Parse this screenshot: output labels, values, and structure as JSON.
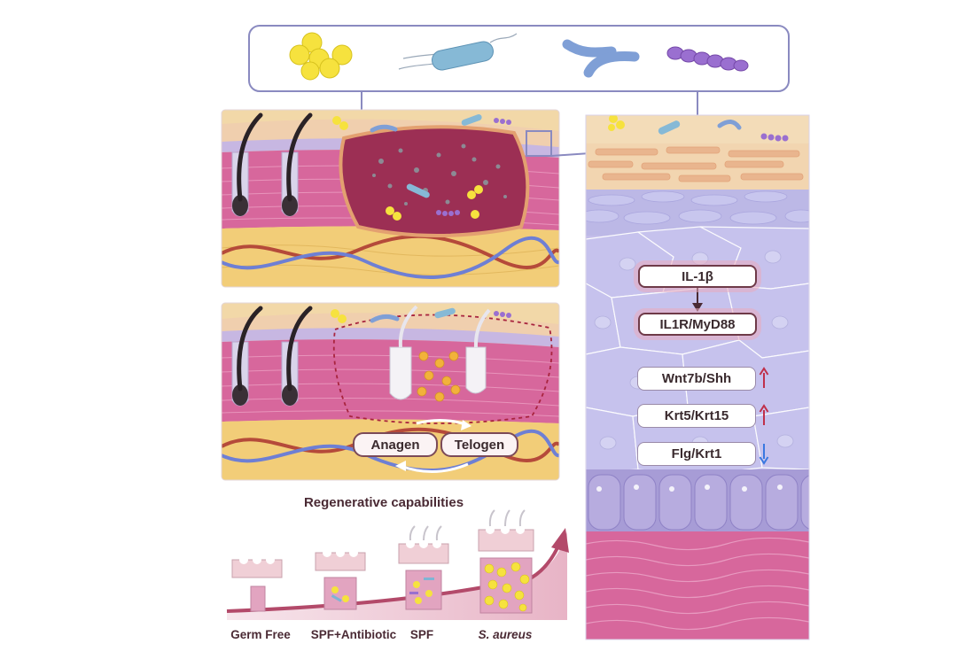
{
  "signals": {
    "il1b": "IL-1β",
    "receptor": "IL1R/MyD88"
  },
  "markers": [
    {
      "label": "Wnt7b/Shh",
      "direction": "up",
      "color": "#c0304a"
    },
    {
      "label": "Krt5/Krt15",
      "direction": "up",
      "color": "#c0304a"
    },
    {
      "label": "Flg/Krt1",
      "direction": "down",
      "color": "#3a78e0"
    }
  ],
  "hair_cycle": {
    "anagen": "Anagen",
    "telogen": "Telogen"
  },
  "regeneration": {
    "title": "Regenerative capabilities",
    "groups": [
      {
        "label": "Germ Free",
        "italic": false
      },
      {
        "label": "SPF+Antibiotic",
        "italic": false
      },
      {
        "label": "SPF",
        "italic": false
      },
      {
        "label": "S. aureus",
        "italic": true
      }
    ]
  },
  "colors": {
    "dermis": "#d7679c",
    "fat": "#f2cd78",
    "wound": "#9c2f54",
    "epidermis_blue": "#b9b6e6",
    "staph": "#f6e23e",
    "rod_bacterium": "#7fb4d4",
    "arrow": "#b34a6a"
  }
}
